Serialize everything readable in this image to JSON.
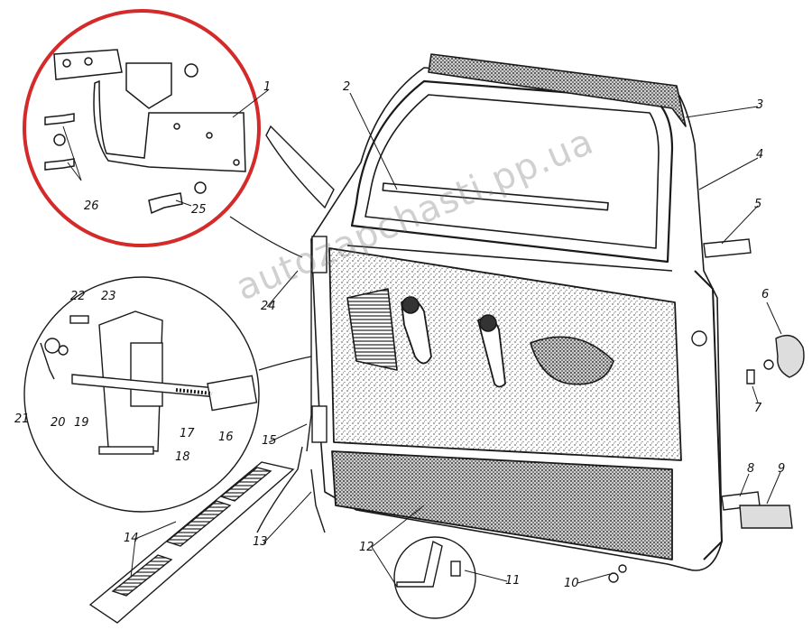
{
  "watermark": "autozapchasti.pp.ua",
  "labels": {
    "l1": "1",
    "l2": "2",
    "l3": "3",
    "l4": "4",
    "l5": "5",
    "l6": "6",
    "l7": "7",
    "l8": "8",
    "l9": "9",
    "l10": "10",
    "l11": "11",
    "l12": "12",
    "l13": "13",
    "l14": "14",
    "l15": "15",
    "l16": "16",
    "l17": "17",
    "l18": "18",
    "l19": "19",
    "l20": "20",
    "l21": "21",
    "l22": "22",
    "l23": "23",
    "l24": "24",
    "l25": "25",
    "l26": "26"
  },
  "colors": {
    "highlight": "#d42a2a",
    "ink": "#1a1a1a",
    "panel": "#e6e6e6"
  }
}
